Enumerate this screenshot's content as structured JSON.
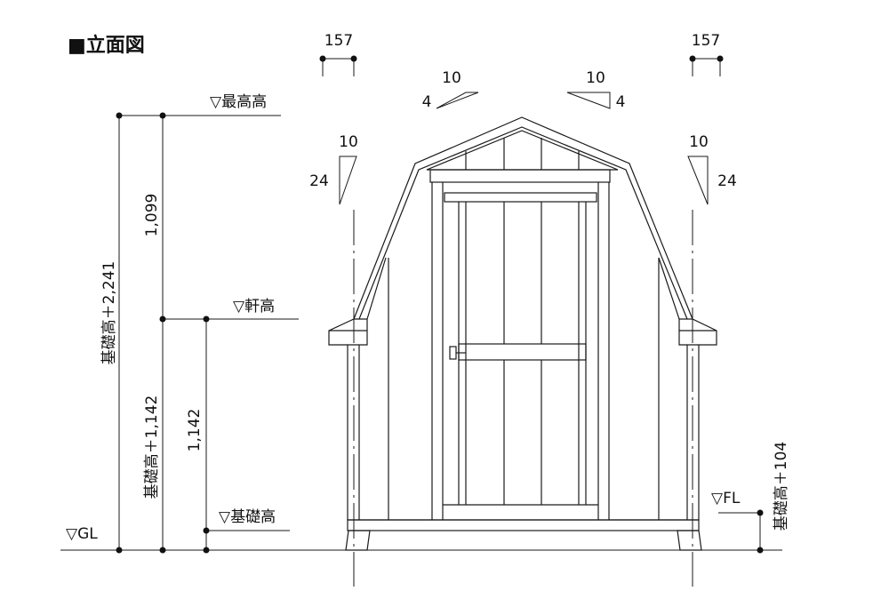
{
  "title": "■立面図",
  "levels": {
    "top": "▽最高高",
    "eave": "▽軒高",
    "foundation": "▽基礎高",
    "gl": "▽GL",
    "fl": "▽FL"
  },
  "dimensions": {
    "upper": "1,099",
    "lower": "1,142",
    "total": "基礎高＋2,241",
    "eave_from_base": "基礎高＋1,142",
    "fl_from_base": "基礎高＋104"
  },
  "overhang": {
    "left": "157",
    "right": "157"
  },
  "slopes": {
    "upper_run": "10",
    "upper_rise": "4",
    "lower_run": "10",
    "lower_rise": "24"
  }
}
